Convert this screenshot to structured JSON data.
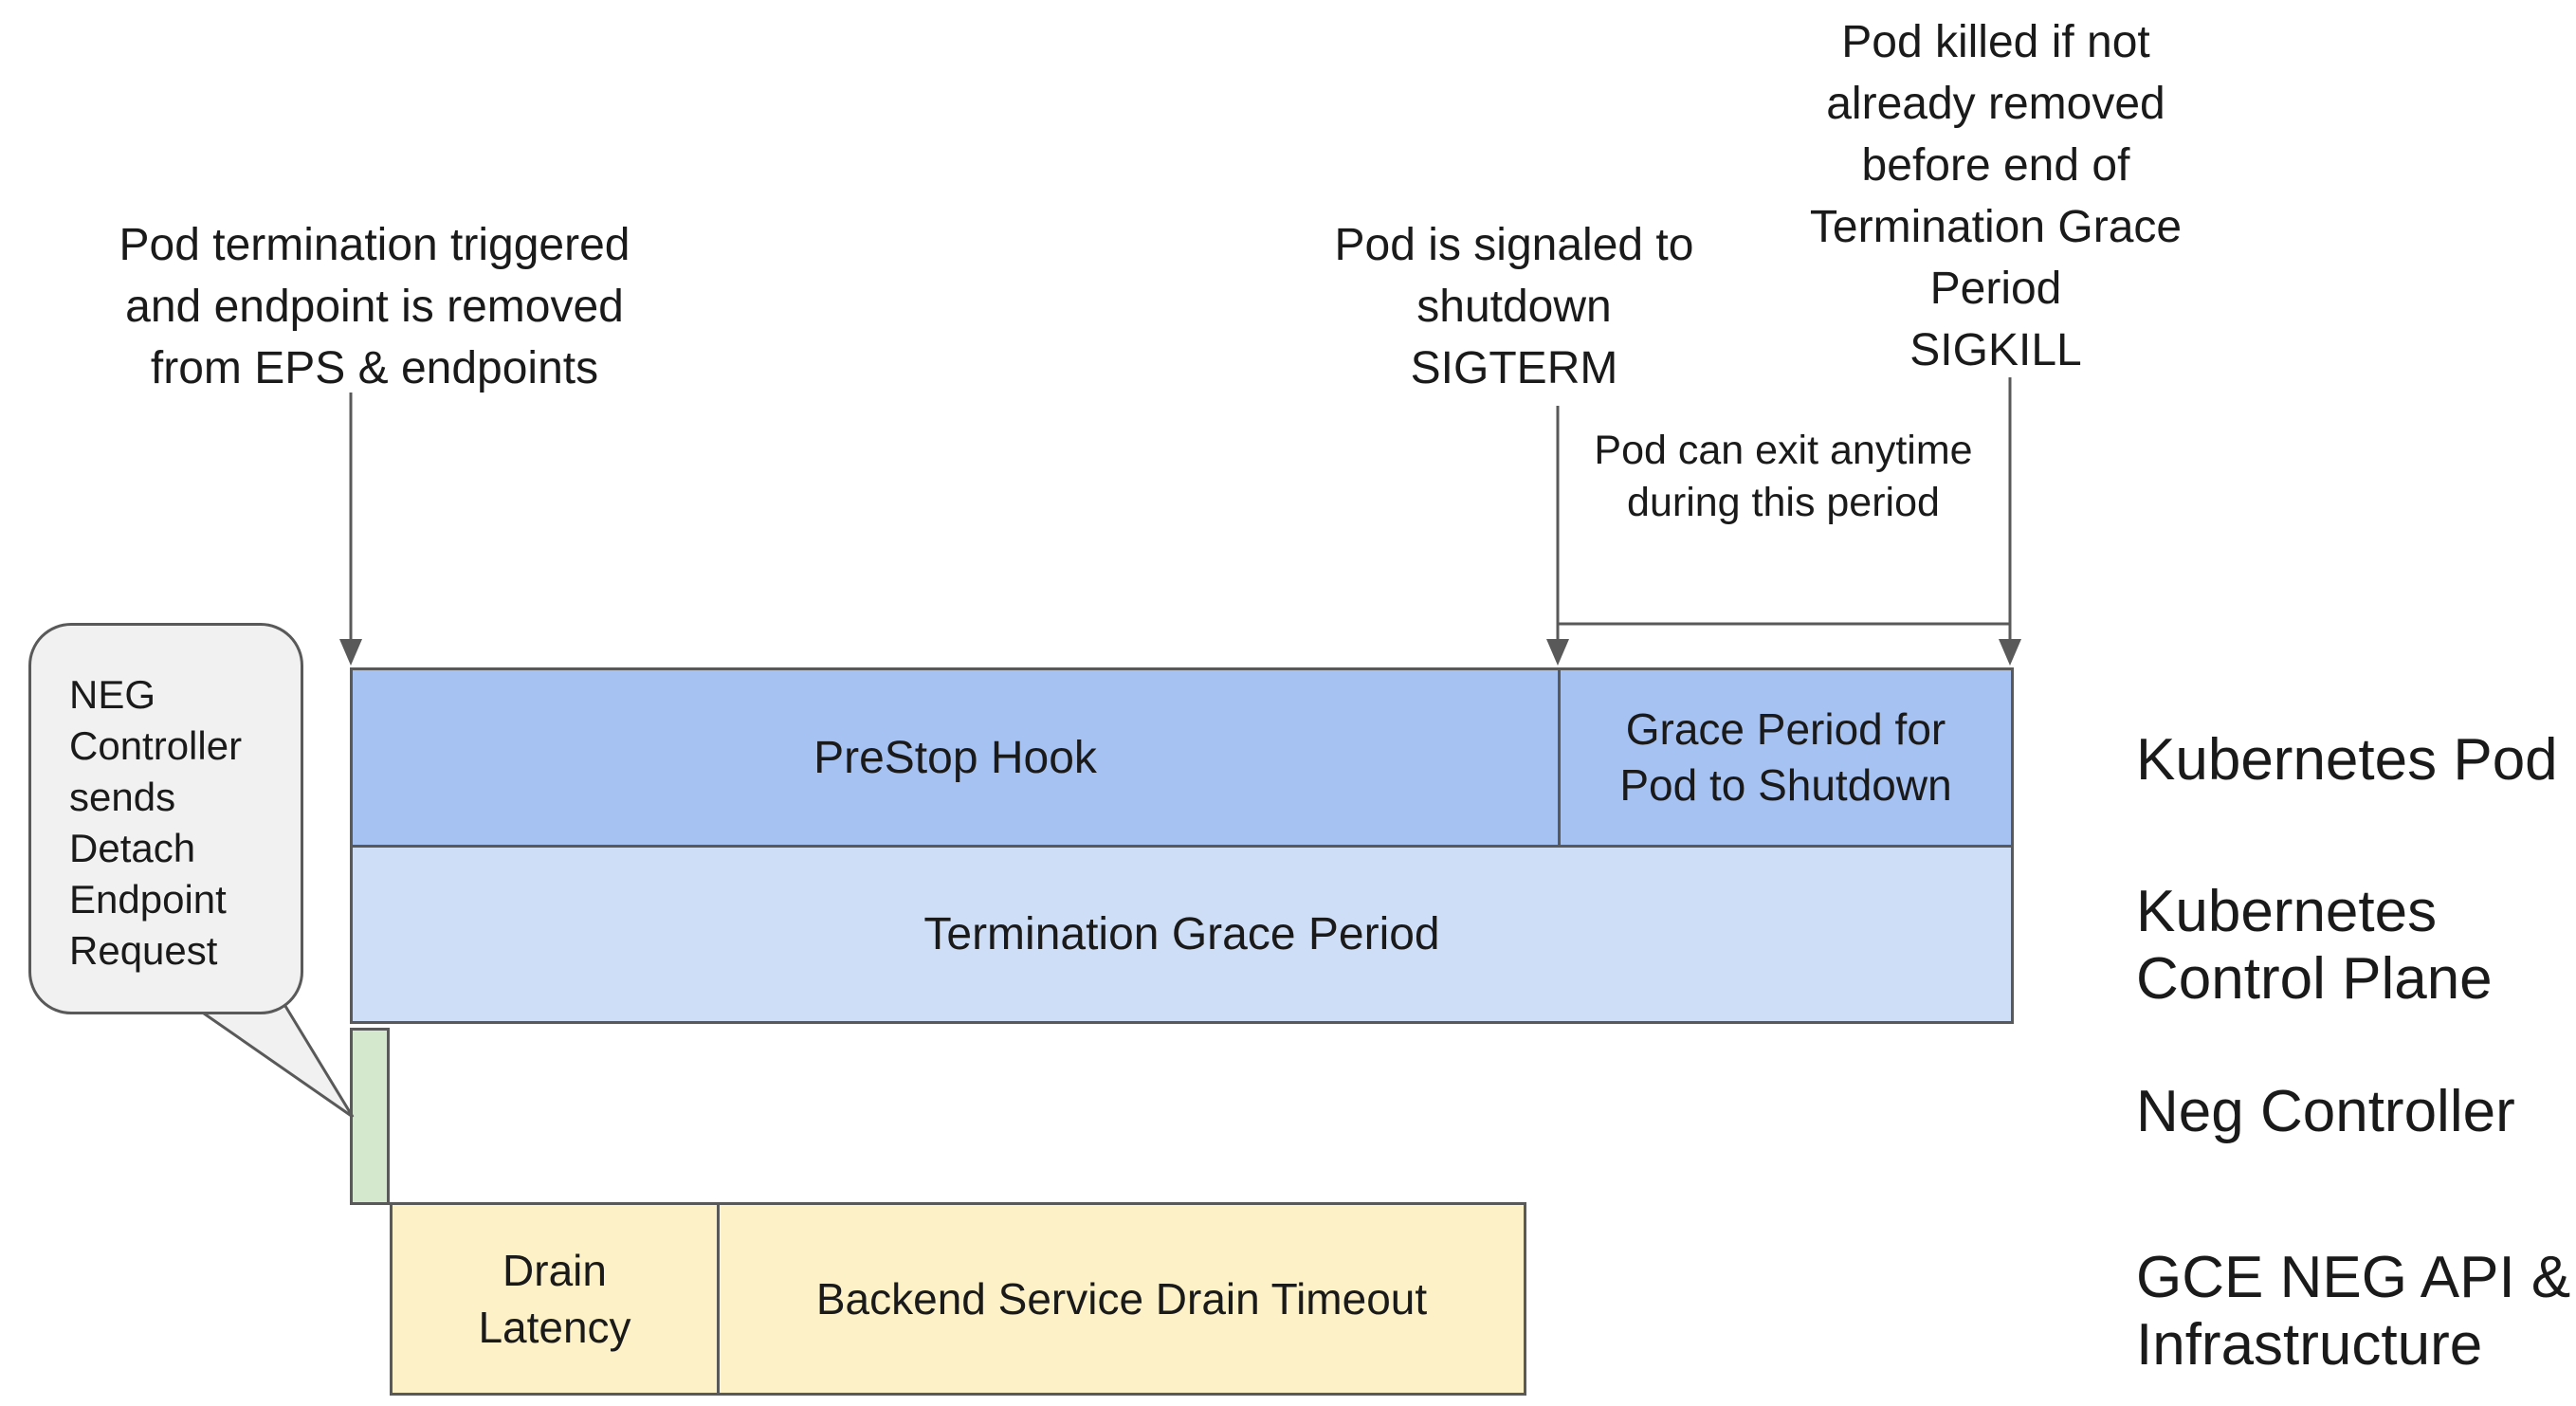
{
  "colors": {
    "bar_blue": "#a6c2f2",
    "bar_light_blue": "#cfdef7",
    "bar_green": "#d3e8cd",
    "bar_yellow": "#fdf1c7",
    "line": "#595959",
    "bubble_fill": "#f1f1f1",
    "text": "#1a1a1a"
  },
  "annotations": {
    "pod_termination": {
      "lines": [
        "Pod termination triggered",
        "and endpoint is removed",
        "from EPS & endpoints"
      ]
    },
    "sigterm": {
      "lines": [
        "Pod is signaled to",
        "shutdown",
        "SIGTERM"
      ]
    },
    "sigkill": {
      "lines": [
        "Pod killed if not",
        "already removed",
        "before end of",
        "Termination Grace",
        "Period",
        "SIGKILL"
      ]
    },
    "pod_can_exit": {
      "lines": [
        "Pod can exit anytime",
        "during this period"
      ]
    }
  },
  "bars": {
    "prestop": {
      "label": "PreStop Hook"
    },
    "grace_period": {
      "lines": [
        "Grace Period for",
        "Pod to Shutdown"
      ]
    },
    "termination_grace_period": {
      "label": "Termination Grace Period"
    },
    "drain_latency": {
      "lines": [
        "Drain",
        "Latency"
      ]
    },
    "backend_drain_timeout": {
      "label": "Backend Service Drain Timeout"
    }
  },
  "bubble": {
    "lines": [
      "NEG",
      "Controller",
      "sends",
      "Detach",
      "Endpoint",
      "Request"
    ]
  },
  "lanes": {
    "kubernetes_pod": "Kubernetes Pod",
    "control_plane": {
      "lines": [
        "Kubernetes",
        "Control Plane"
      ]
    },
    "neg_controller": "Neg Controller",
    "gce_neg": {
      "lines": [
        "GCE NEG API &",
        "Infrastructure"
      ]
    }
  }
}
